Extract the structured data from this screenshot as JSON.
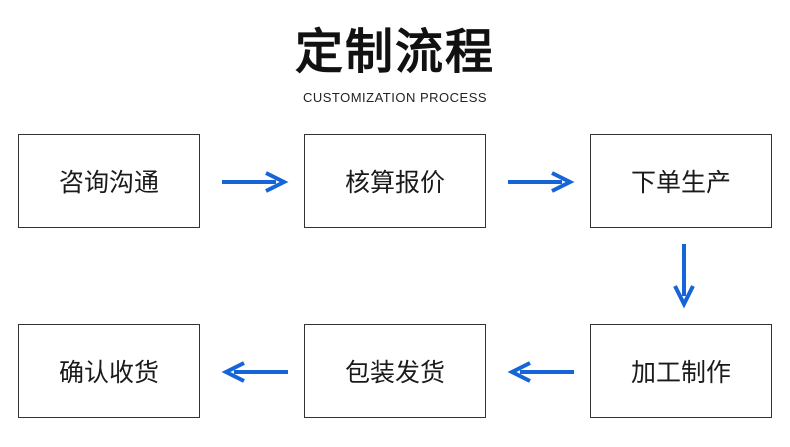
{
  "title": "定制流程",
  "subtitle": "CUSTOMIZATION PROCESS",
  "arrow_color": "#1565d8",
  "steps": [
    "咨询沟通",
    "核算报价",
    "下单生产",
    "加工制作",
    "包装发货",
    "确认收货"
  ]
}
